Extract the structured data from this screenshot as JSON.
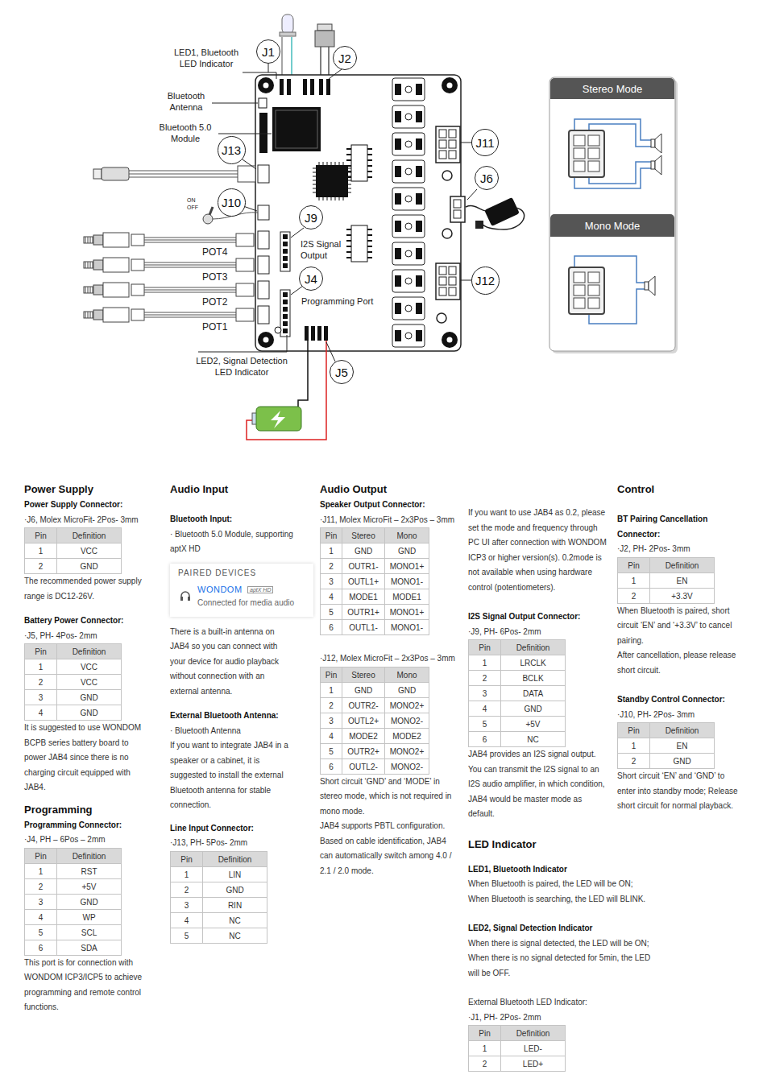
{
  "diagram": {
    "nodes": [
      {
        "text": [
          "J1"
        ]
      },
      {
        "text": [
          "J2"
        ]
      },
      {
        "text": [
          "Stereo Mode"
        ]
      },
      {
        "text": [
          "J11"
        ]
      },
      {
        "text": [
          "J13"
        ]
      },
      {
        "text": [
          "J6"
        ]
      },
      {
        "text": [
          "J10"
        ]
      },
      {
        "text": [
          "J9"
        ]
      },
      {
        "text": [
          "Mono Mode"
        ]
      },
      {
        "text": [
          "J12"
        ]
      },
      {
        "text": [
          "J4"
        ]
      },
      {
        "text": [
          "J5"
        ]
      }
    ],
    "labels": [
      "LED1, Bluetooth LED Indicator",
      "Bluetooth Antenna",
      "Bluetooth 5.0 Module",
      "ON",
      "OFF",
      "I2S Signal Output",
      "Programming Port",
      "POT4",
      "POT3",
      "POT2",
      "POT1",
      "LED2, Signal Detection LED Indicator",
      "Power Supply",
      "Power Supply Connector:",
      "·J6, Molex MicroFit- 2Pos- 3mm",
      "Pin",
      "Definition",
      "1",
      "VCC",
      "2",
      "GND",
      "The recommended power supply range is DC12-26V.",
      "Battery Power Connector:",
      "·J5, PH- 4Pos- 2mm",
      "Pin",
      "Definition",
      "1",
      "VCC",
      "2",
      "VCC",
      "3",
      "GND",
      "4",
      "GND",
      "It is suggested to use WONDOM BCPB series battery board to power JAB4 since there is no charging circuit equipped with JAB4.",
      "Programming",
      "Programming Connector:",
      "·J4, PH – 6Pos – 2mm",
      "Pin",
      "Definition",
      "1",
      "RST",
      "2",
      "+5V",
      "3",
      "GND",
      "4",
      "WP",
      "5",
      "SCL",
      "6",
      "SDA",
      "This port is for connection with WONDOM ICP3/ICP5 to achieve programming and remote control functions.",
      "Audio Input",
      "Bluetooth Input:",
      "· Bluetooth 5.0 Module, supporting aptX HD",
      "PAIRED DEVICES",
      "WONDOM",
      "aptX HD",
      "Connected for media audio",
      "There is a built-in antenna on JAB4 so you can connect with your device for audio playback without connection with an external antenna.",
      "External Bluetooth Antenna:",
      "· Bluetooth Antenna",
      "If you want to integrate JAB4 in a speaker or a cabinet, it is suggested to install the external Bluetooth antenna for stable connection.",
      "Line Input Connector:",
      "·J13, PH- 5Pos- 2mm",
      "Pin",
      "Definition",
      "1",
      "LIN",
      "2",
      "GND",
      "3",
      "RIN",
      "4",
      "NC",
      "5",
      "NC",
      "Audio Output",
      "Speaker Output Connector:",
      "·J11, Molex MicroFit – 2x3Pos – 3mm",
      "Pin",
      "Stereo",
      "Mono",
      "1",
      "GND",
      "GND",
      "2",
      "OUTR1-",
      "MONO1+",
      "3",
      "OUTL1+",
      "MONO1-",
      "4",
      "MODE1",
      "MODE1",
      "5",
      "OUTR1+",
      "MONO1+",
      "6",
      "OUTL1-",
      "MONO1-",
      "·J12, Molex MicroFit – 2x3Pos – 3mm",
      "Pin",
      "Stereo",
      "Mono",
      "1",
      "GND",
      "GND",
      "2",
      "OUTR2-",
      "MONO2+",
      "3",
      "OUTL2+",
      "MONO2-",
      "4",
      "MODE2",
      "MODE2",
      "5",
      "OUTR2+",
      "MONO2+",
      "6",
      "OUTL2-",
      "MONO2-",
      "Short circuit ‘GND’ and ‘MODE’ in stereo mode, which is not required in mono mode.",
      "JAB4 supports PBTL configuration. Based on cable identification, JAB4 can automatically switch among 4.0 / 2.1 / 2.0 mode.",
      "If you want to use JAB4 as 0.2, please set the mode and frequency through PC UI after connection with WONDOM ICP3 or higher version(s). 0.2mode is not available when using hardware control (potentiometers).",
      "I2S Signal Output Connector:",
      "·J9, PH- 6Pos- 2mm",
      "Pin",
      "Definition",
      "1",
      "LRCLK",
      "2",
      "BCLK",
      "3",
      "DATA",
      "4",
      "GND",
      "5",
      "+5V",
      "6",
      "NC",
      "JAB4 provides an I2S signal output. You can transmit the I2S signal to an I2S audio amplifier, in which condition, JAB4 would be master mode as default.",
      "LED Indicator",
      "LED1, Bluetooth Indicator",
      "When Bluetooth is paired, the LED will be ON;",
      "When Bluetooth is searching, the LED will BLINK.",
      "LED2, Signal Detection Indicator",
      "When there is signal detected, the LED will be ON;",
      "When there is no signal detected for 5min, the LED will be OFF.",
      "External Bluetooth LED Indicator:",
      "·J1, PH- 2Pos- 2mm",
      "Pin",
      "Definition",
      "1",
      "LED-",
      "2",
      "LED+",
      "Control",
      "BT Pairing Cancellation Connector:",
      "·J2, PH- 2Pos- 3mm",
      "Pin",
      "Definition",
      "1",
      "EN",
      "2",
      "+3.3V",
      "When Bluetooth is paired, short circuit ‘EN’ and ‘+3.3V’ to cancel pairing.",
      "After cancellation, please release short circuit.",
      "Standby Control Connector:",
      "·J10, PH- 2Pos- 3mm",
      "Pin",
      "Definition",
      "1",
      "EN",
      "2",
      "GND",
      "Short circuit ‘EN’ and ‘GND’ to enter into standby mode; Release short circuit for normal playback."
    ]
  }
}
